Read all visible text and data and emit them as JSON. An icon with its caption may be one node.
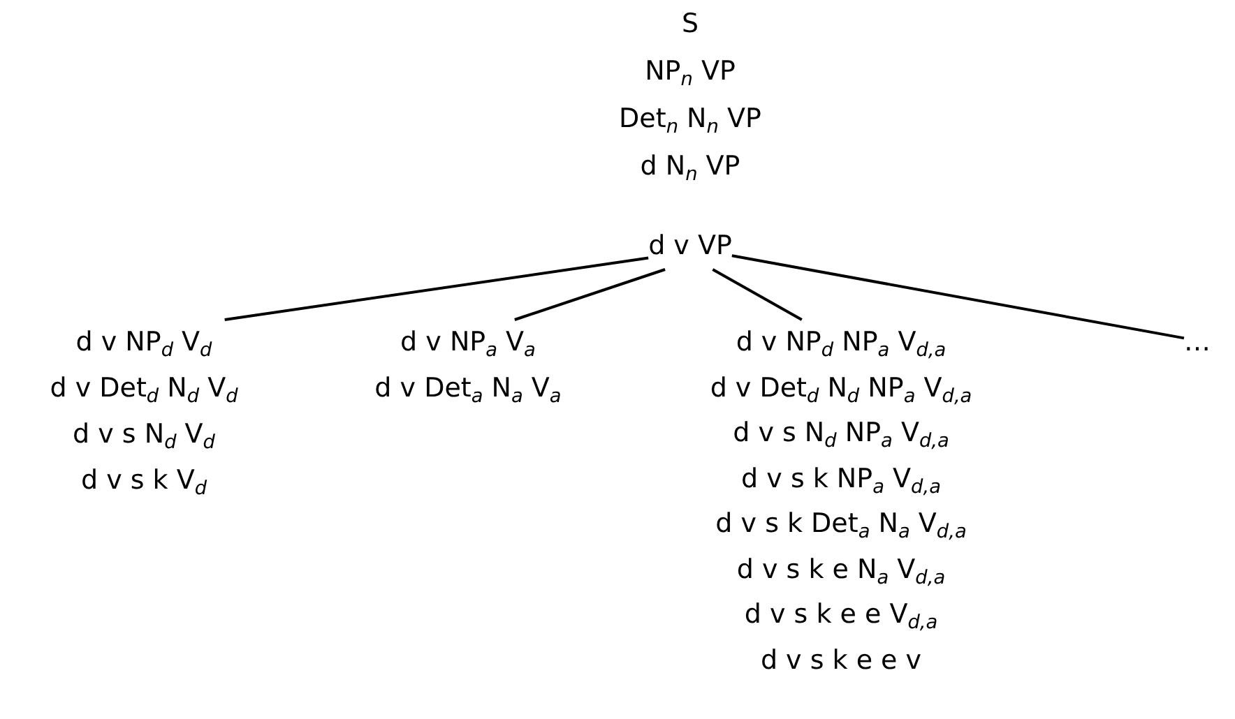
{
  "diagram": {
    "nodes": [
      {
        "text": [
          "S",
          "NP$_{n}$ VP",
          "Det$_{n}$ N$_{n}$ VP",
          "d N$_{n}$ VP"
        ]
      },
      {
        "text": [
          "d v VP"
        ]
      },
      {
        "text": [
          "d v NP$_{d}$ V$_{d}$",
          "d v Det$_{d}$ N$_{d}$ V$_{d}$",
          "d v s N$_{d}$ V$_{d}$",
          "d v s k V$_{d}$"
        ]
      },
      {
        "text": [
          "d v NP$_{a}$ V$_{a}$",
          "d v Det$_{a}$ N$_{a}$ V$_{a}$"
        ]
      },
      {
        "text": [
          "d v NP$_{d}$ NP$_{a}$ V$_{d,a}$",
          "d v Det$_{d}$ N$_{d}$ NP$_{a}$ V$_{d,a}$",
          "d v s N$_{d}$ NP$_{a}$ V$_{d,a}$",
          "d v s k NP$_{a}$ V$_{d,a}$",
          "d v s k Det$_{a}$ N$_{a}$ V$_{d,a}$",
          "d v s k e N$_{a}$ V$_{d,a}$",
          "d v s k e e V$_{d,a}$",
          "d v s k e e v"
        ]
      },
      {
        "text": [
          "…"
        ]
      }
    ],
    "edges": [
      {
        "from": 1,
        "to": 2,
        "arrow": "none"
      },
      {
        "from": 1,
        "to": 3,
        "arrow": "none"
      },
      {
        "from": 1,
        "to": 4,
        "arrow": "none"
      },
      {
        "from": 1,
        "to": 5,
        "arrow": "none"
      }
    ]
  }
}
